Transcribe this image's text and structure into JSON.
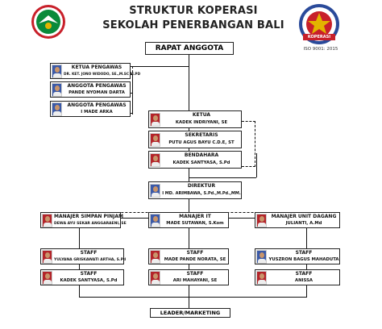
{
  "header": {
    "title_line1": "STRUKTUR KOPERASI",
    "title_line2": "SEKOLAH PENERBANGAN BALI",
    "iso": "ISO 9001: 2015",
    "right_logo_text": "KOPERASI"
  },
  "top": {
    "rapat": "RAPAT ANGGOTA"
  },
  "pengawas": [
    {
      "title": "KETUA PENGAWAS",
      "name": "DR. KET. JONO WIDODO, SE.,M.SC M.PD"
    },
    {
      "title": "ANGGOTA PENGAWAS",
      "name": "PANDE NYOMAN DARTA"
    },
    {
      "title": "ANGGOTA PENGAWAS",
      "name": "I MADE ARKA"
    }
  ],
  "pengurus": [
    {
      "title": "KETUA",
      "name": "KADEK INDRIYANI, SE"
    },
    {
      "title": "SEKRETARIS",
      "name": "PUTU AGUS BAYU C.D.E, ST"
    },
    {
      "title": "BENDAHARA",
      "name": "KADEK SANTYASA, S.Pd"
    }
  ],
  "direktur": {
    "title": "DIREKTUR",
    "name": "I MD. ARIMBAWA, S.Pd.,M.Pd.,MM."
  },
  "manajer": [
    {
      "title": "MANAJER SIMPAN PINJAM",
      "name": "DEWA AYU SEKAR ANGGARAENI, SE"
    },
    {
      "title": "MANAJER IT",
      "name": "MADE SUTAWAN, S.Kom"
    },
    {
      "title": "MANAJER UNIT DAGANG",
      "name": "JULIANTI, A.Md"
    }
  ],
  "staff": [
    {
      "title": "STAFF",
      "name": "YULYANA GRISKAWATI ARTHA, S.Pd"
    },
    {
      "title": "STAFF",
      "name": "KADEK SANTYASA, S.Pd"
    },
    {
      "title": "STAFF",
      "name": "MADE PANDE NORATA, SE"
    },
    {
      "title": "STAFF",
      "name": "ARI MAHAYANI, SE"
    },
    {
      "title": "STAFF",
      "name": "YUSZRON BAGUS MAHADUTA"
    },
    {
      "title": "STAFF",
      "name": "ANISSA"
    }
  ],
  "bottom": {
    "leader": "LEADER/MARKETING"
  },
  "colors": {
    "line": "#111111",
    "logo_green": "#0a8a3a",
    "logo_red": "#c8202a",
    "logo_blue": "#2a4a9a",
    "logo_gold": "#e3b400"
  }
}
